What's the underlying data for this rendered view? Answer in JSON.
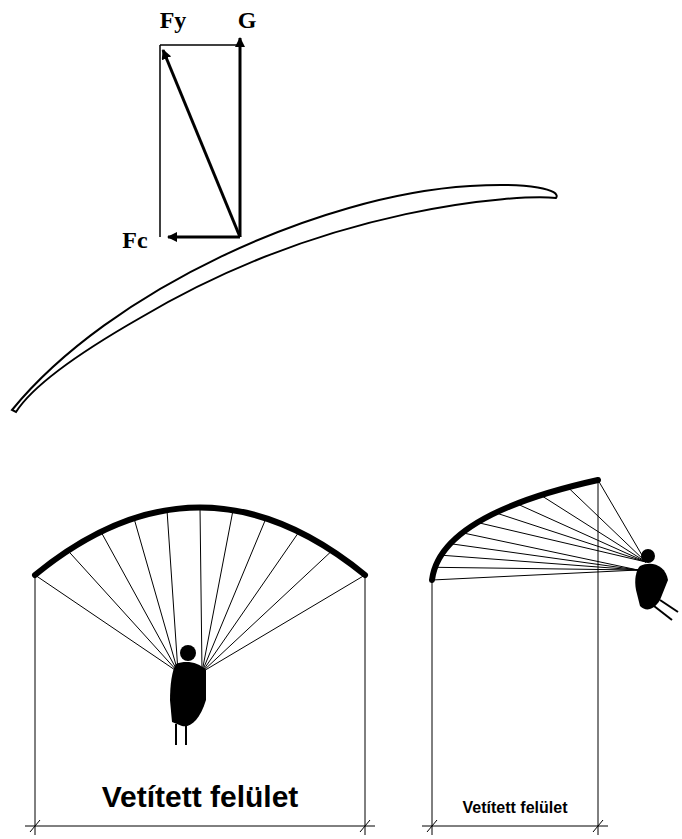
{
  "diagram": {
    "labels": [
      "Fy",
      "G",
      "Fc",
      "Vetített felület",
      "Vetített felület"
    ]
  }
}
